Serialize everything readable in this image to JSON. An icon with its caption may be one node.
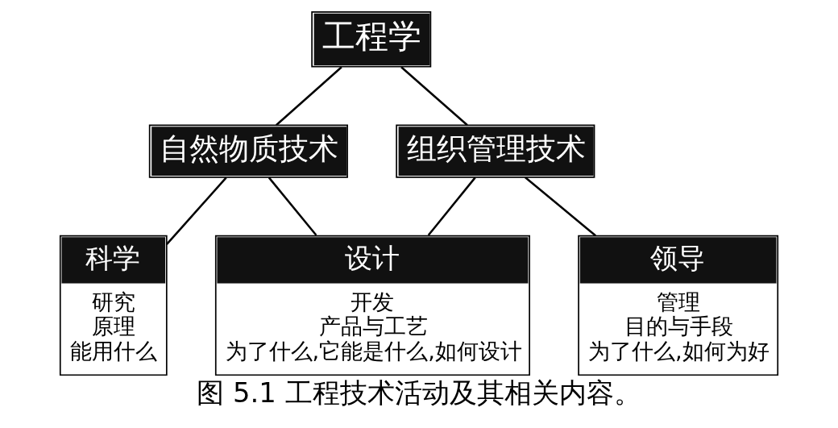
{
  "diagram": {
    "caption": "图 5.1 工程技术活动及其相关内容。",
    "nodes": [
      {
        "text": [
          "工程学"
        ]
      },
      {
        "text": [
          "自然物质技术"
        ]
      },
      {
        "text": [
          "组织管理技术"
        ]
      },
      {
        "text": [
          "科学",
          "研究",
          "原理",
          "能用什么"
        ]
      },
      {
        "text": [
          "设计",
          "开发",
          "产品与工艺",
          "为了什么,它能是什么,如何设计"
        ]
      },
      {
        "text": [
          "领导",
          "管理",
          "目的与手段",
          "为了什么,如何为好"
        ]
      }
    ],
    "edges": [
      {
        "from": 0,
        "to": 1,
        "arrow": "none"
      },
      {
        "from": 0,
        "to": 2,
        "arrow": "none"
      },
      {
        "from": 1,
        "to": 3,
        "arrow": "none"
      },
      {
        "from": 1,
        "to": 4,
        "arrow": "none"
      },
      {
        "from": 2,
        "to": 4,
        "arrow": "none"
      },
      {
        "from": 2,
        "to": 5,
        "arrow": "none"
      }
    ]
  }
}
